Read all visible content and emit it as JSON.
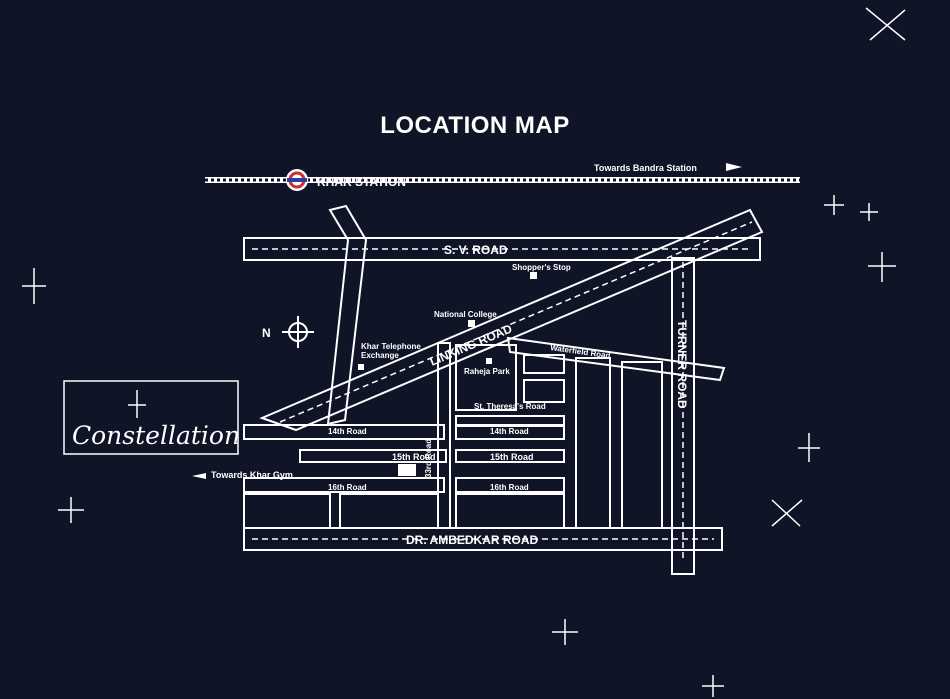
{
  "title": "LOCATION MAP",
  "station": {
    "label": "KHAR STATION",
    "towards": "Towards Bandra Station"
  },
  "roads": {
    "sv_road": "S. V. ROAD",
    "linking_road": "LINKING ROAD",
    "turner_road": "TURNER ROAD",
    "ambedkar_road": "DR. AMBEDKAR ROAD",
    "waterfield_road": "Waterfield Road",
    "theresa_road": "St. Theresa's Road",
    "road_14_left": "14th Road",
    "road_14_right": "14th Road",
    "road_15_left": "15th Road",
    "road_15_right": "15th Road",
    "road_16_left": "16th Road",
    "road_16_right": "16th Road",
    "road_33": "33rd Road"
  },
  "landmarks": {
    "shoppers_stop": "Shopper's Stop",
    "national_college": "National College",
    "khar_telephone_line1": "Khar Telephone",
    "khar_telephone_line2": "Exchange",
    "raheja_park": "Raheja Park",
    "khar_gym": "Towards Khar Gym"
  },
  "compass": "N",
  "brand": "Constellation",
  "colors": {
    "background": "#0f1426",
    "road": "#ffffff"
  }
}
